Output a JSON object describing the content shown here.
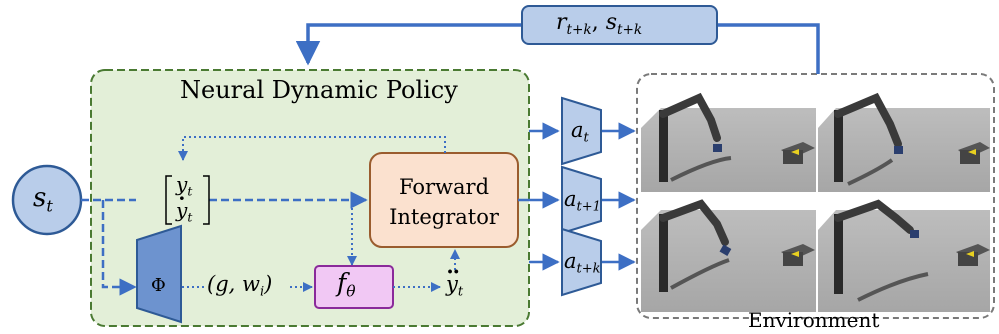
{
  "policy_block": {
    "title": "Neural Dynamic Policy"
  },
  "state": {
    "symbol": "s",
    "sub": "t"
  },
  "reward_box": {
    "r": "r",
    "r_sub": "t+k",
    "sep": ", ",
    "s": "s",
    "s_sub": "t+k"
  },
  "vector": {
    "y_sub": "t"
  },
  "integrator": {
    "line1": "Forward",
    "line2": "Integrator"
  },
  "basis": {
    "symbol": "Φ"
  },
  "params": {
    "text_open": "(g, w",
    "w_sub": "i",
    "text_close": ")"
  },
  "ftheta": {
    "symbol": "f",
    "sub": "θ"
  },
  "accel": {
    "sub": "t"
  },
  "actions": [
    {
      "symbol": "a",
      "sub": "t"
    },
    {
      "symbol": "a",
      "sub": "t+1"
    },
    {
      "symbol": "a",
      "sub": "t+k"
    }
  ],
  "environment": {
    "label": "Environment"
  },
  "colors": {
    "policy_fill": "#e3efd8",
    "policy_border": "#4a7a32",
    "node_fill": "#b9cdea",
    "node_border": "#2e5a96",
    "integrator_fill": "#fbe1cf",
    "integrator_border": "#9a5c2e",
    "ftheta_fill": "#f1c8f4",
    "ftheta_border": "#8a2a9a",
    "arrow": "#3d6fc4"
  }
}
